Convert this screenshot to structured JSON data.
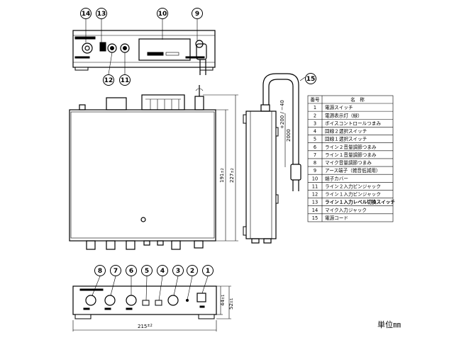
{
  "callouts": {
    "c14": "14",
    "c13": "13",
    "c10": "10",
    "c9": "9",
    "c12": "12",
    "c11": "11",
    "c15": "15",
    "c8": "8",
    "c7": "7",
    "c6": "6",
    "c5": "5",
    "c4": "4",
    "c3": "3",
    "c2": "2",
    "c1": "1"
  },
  "dimensions": {
    "width": "215",
    "width_tol": "±2",
    "depth_body": "191",
    "depth_body_tol": "±2",
    "depth_total": "227",
    "depth_total_tol": "±2",
    "height_body": "44",
    "height_body_tol": "±1",
    "height_total": "52",
    "height_total_tol": "±1",
    "cord_length": "2000",
    "cord_length_tol": "+200 / −40"
  },
  "parts_table": {
    "header_no": "番号",
    "header_name": "名　称",
    "rows": [
      {
        "no": "1",
        "name": "電源スイッチ"
      },
      {
        "no": "2",
        "name": "電源表示灯（緑）"
      },
      {
        "no": "3",
        "name": "ボイスコントロールつまみ"
      },
      {
        "no": "4",
        "name": "回線２選択スイッチ"
      },
      {
        "no": "5",
        "name": "回線１選択スイッチ"
      },
      {
        "no": "6",
        "name": "ライン２音量調節つまみ"
      },
      {
        "no": "7",
        "name": "ライン１音量調節つまみ"
      },
      {
        "no": "8",
        "name": "マイク音量調節つまみ"
      },
      {
        "no": "9",
        "name": "アース端子（雑音低減用）"
      },
      {
        "no": "10",
        "name": "端子カバー"
      },
      {
        "no": "11",
        "name": "ライン２入力ピンジャック"
      },
      {
        "no": "12",
        "name": "ライン１入力ピンジャック"
      },
      {
        "no": "13",
        "name": "ライン１入力レベル切換スイッチ",
        "bold": true
      },
      {
        "no": "14",
        "name": "マイク入力ジャック"
      },
      {
        "no": "15",
        "name": "電源コード"
      }
    ]
  },
  "unit_label": "単位㎜"
}
